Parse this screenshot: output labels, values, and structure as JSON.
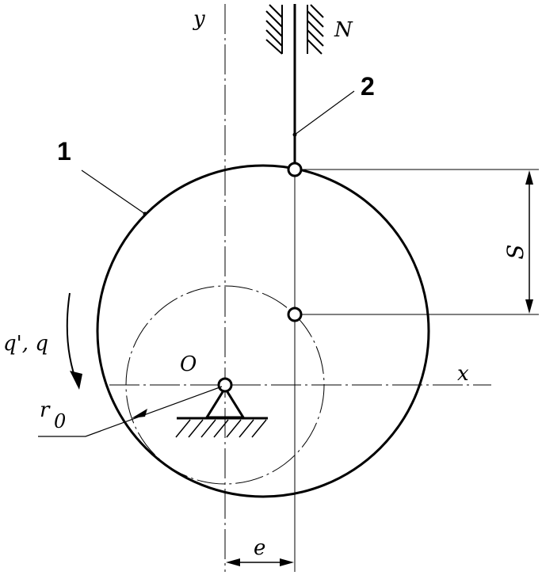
{
  "labels": {
    "axis_y": "y",
    "axis_x": "x",
    "normal": "N",
    "cam": "1",
    "follower": "2",
    "origin": "O",
    "stroke": "S",
    "omega_q": "q',  q",
    "base_radius_r": "r",
    "base_radius_sub": "0",
    "offset": "e"
  },
  "colors": {
    "ink": "#000000",
    "paper": "#ffffff"
  }
}
